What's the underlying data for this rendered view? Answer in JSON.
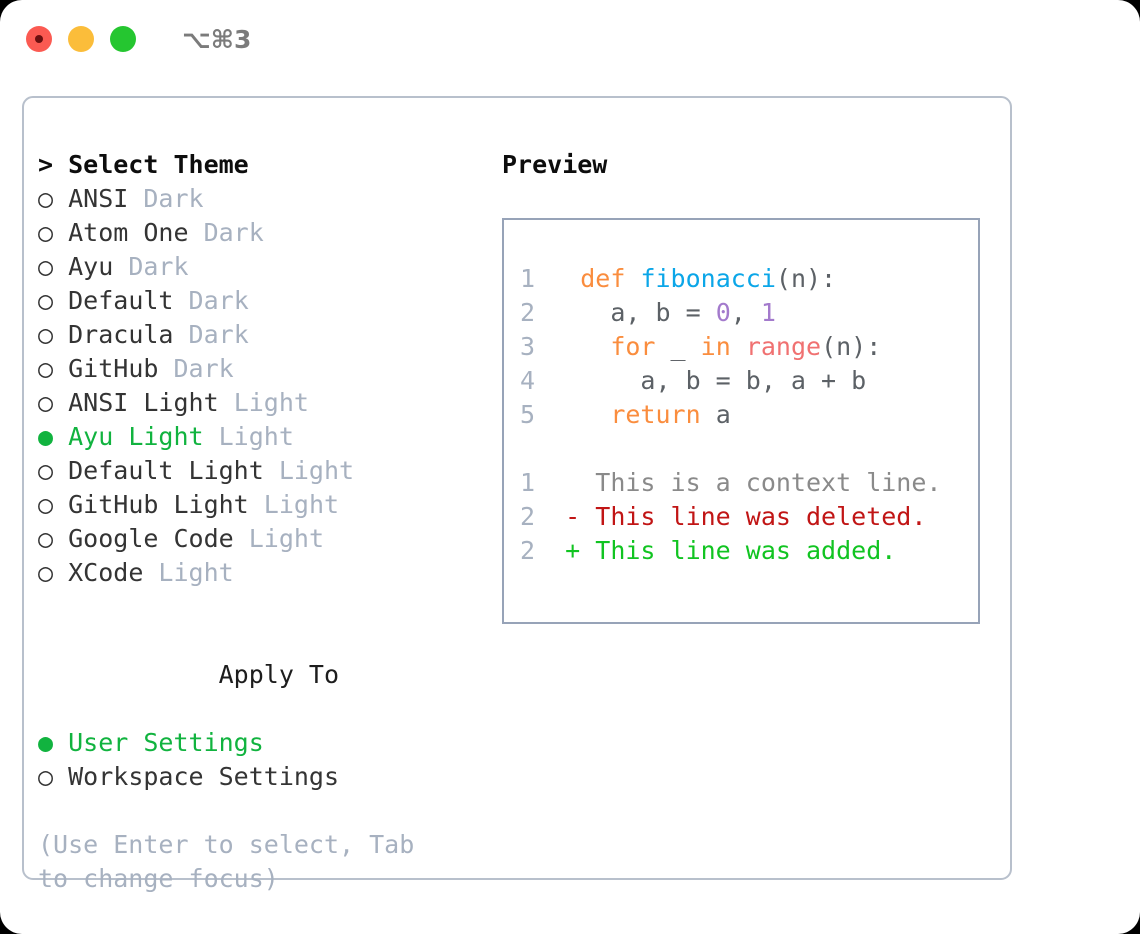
{
  "titlebar": {
    "lights": [
      "close-red",
      "minimize-yellow",
      "maximize-green"
    ],
    "shortcut": "⌥⌘3"
  },
  "theme_panel": {
    "title": "> Select Theme",
    "marker_selected": "●",
    "marker_unselected": "○",
    "accent_color": "#11b33f",
    "muted_color": "#a7b1c0",
    "items": [
      {
        "marker": "○",
        "label": "ANSI",
        "kind": "Dark",
        "selected": false
      },
      {
        "marker": "○",
        "label": "Atom One",
        "kind": "Dark",
        "selected": false
      },
      {
        "marker": "○",
        "label": "Ayu",
        "kind": "Dark",
        "selected": false
      },
      {
        "marker": "○",
        "label": "Default",
        "kind": "Dark",
        "selected": false
      },
      {
        "marker": "○",
        "label": "Dracula",
        "kind": "Dark",
        "selected": false
      },
      {
        "marker": "○",
        "label": "GitHub",
        "kind": "Dark",
        "selected": false
      },
      {
        "marker": "○",
        "label": "ANSI Light",
        "kind": "Light",
        "selected": false
      },
      {
        "marker": "●",
        "label": "Ayu Light",
        "kind": "Light",
        "selected": true
      },
      {
        "marker": "○",
        "label": "Default Light",
        "kind": "Light",
        "selected": false
      },
      {
        "marker": "○",
        "label": "GitHub Light",
        "kind": "Light",
        "selected": false
      },
      {
        "marker": "○",
        "label": "Google Code",
        "kind": "Light",
        "selected": false
      },
      {
        "marker": "○",
        "label": "XCode",
        "kind": "Light",
        "selected": false
      }
    ]
  },
  "apply_to": {
    "title": "Apply To",
    "items": [
      {
        "marker": "●",
        "label": "User Settings",
        "selected": true
      },
      {
        "marker": "○",
        "label": "Workspace Settings",
        "selected": false
      }
    ]
  },
  "hint": "(Use Enter to select, Tab to change focus)",
  "preview": {
    "title": "Preview",
    "code_lines": [
      {
        "num": "1",
        "indent": "",
        "tokens": [
          {
            "t": "def",
            "c": "kw"
          },
          {
            "t": " ",
            "c": "plain"
          },
          {
            "t": "fibonacci",
            "c": "fn"
          },
          {
            "t": "(n):",
            "c": "plain"
          }
        ]
      },
      {
        "num": "2",
        "indent": "  ",
        "tokens": [
          {
            "t": "a, b = ",
            "c": "plain"
          },
          {
            "t": "0",
            "c": "num"
          },
          {
            "t": ", ",
            "c": "plain"
          },
          {
            "t": "1",
            "c": "num"
          }
        ]
      },
      {
        "num": "3",
        "indent": "  ",
        "tokens": [
          {
            "t": "for",
            "c": "kw"
          },
          {
            "t": " _ ",
            "c": "plain"
          },
          {
            "t": "in",
            "c": "kw"
          },
          {
            "t": " ",
            "c": "plain"
          },
          {
            "t": "range",
            "c": "bi"
          },
          {
            "t": "(n):",
            "c": "plain"
          }
        ]
      },
      {
        "num": "4",
        "indent": "    ",
        "tokens": [
          {
            "t": "a, b = b, a + b",
            "c": "plain"
          }
        ]
      },
      {
        "num": "5",
        "indent": "  ",
        "tokens": [
          {
            "t": "return",
            "c": "kw"
          },
          {
            "t": " a",
            "c": "plain"
          }
        ]
      }
    ],
    "diff_lines": [
      {
        "num": "1",
        "sign": " ",
        "text": "This is a context line.",
        "kind": "ctx"
      },
      {
        "num": "2",
        "sign": "-",
        "text": "This line was deleted.",
        "kind": "del"
      },
      {
        "num": "2",
        "sign": "+",
        "text": "This line was added.",
        "kind": "add"
      }
    ]
  }
}
